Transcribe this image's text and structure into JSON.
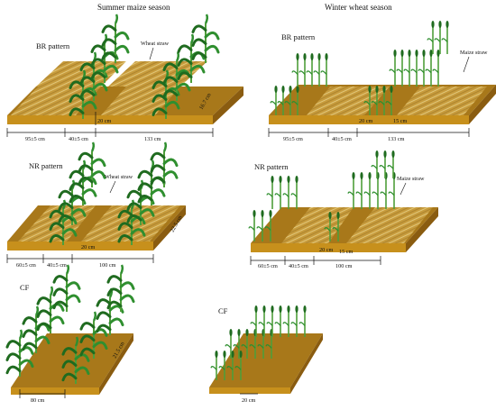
{
  "headings": {
    "left": "Summer maize season",
    "right": "Winter wheat season"
  },
  "patterns": {
    "br": "BR pattern",
    "nr": "NR pattern",
    "cf": "CF"
  },
  "straw": {
    "wheat": "Wheat straw",
    "maize": "Maize straw"
  },
  "dims": {
    "br_a": "95±5 cm",
    "br_b": "40±5 cm",
    "br_c": "133 cm",
    "br_h": "20 cm",
    "br_side": "16.7 cm",
    "nr_a": "60±5 cm",
    "nr_b": "40±5 cm",
    "nr_c": "100 cm",
    "nr_h": "20 cm",
    "nr_side": "22.5 cm",
    "cf_w": "80 cm",
    "cf_side": "21.5 cm",
    "cf_h": "20 cm",
    "w_15": "15 cm"
  },
  "colors": {
    "soil_top": "#a8781a",
    "soil_front": "#c7901c",
    "soil_side": "#8a5c10",
    "straw": "#d8b95a",
    "leaf": "#2f8f2f",
    "leaf_dark": "#1f6b1f",
    "stem": "#4f9e3a"
  }
}
